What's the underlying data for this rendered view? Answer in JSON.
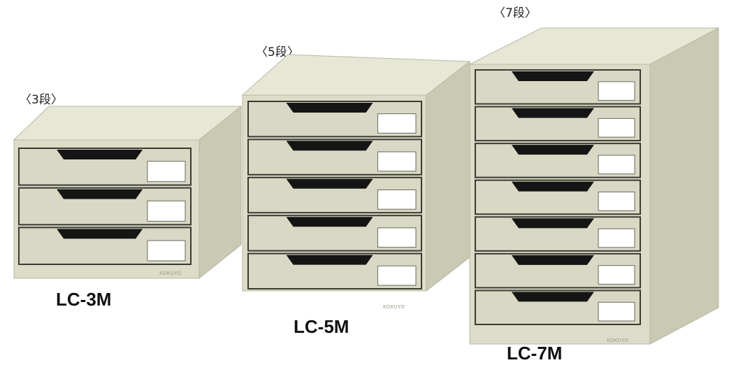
{
  "colors": {
    "body": "#dcdcc8",
    "top": "#e7e7d5",
    "side": "#c9c9b4",
    "drawer": "#d8d8c4",
    "handle": "#151515",
    "label": "#ffffff"
  },
  "cabinets": [
    {
      "tier_label": "〈3段〉",
      "model": "LC-3M",
      "drawers": 3,
      "brand": "KOKUYO"
    },
    {
      "tier_label": "〈5段〉",
      "model": "LC-5M",
      "drawers": 5,
      "brand": "KOKUYO"
    },
    {
      "tier_label": "〈7段〉",
      "model": "LC-7M",
      "drawers": 7,
      "brand": "KOKUYO"
    }
  ]
}
